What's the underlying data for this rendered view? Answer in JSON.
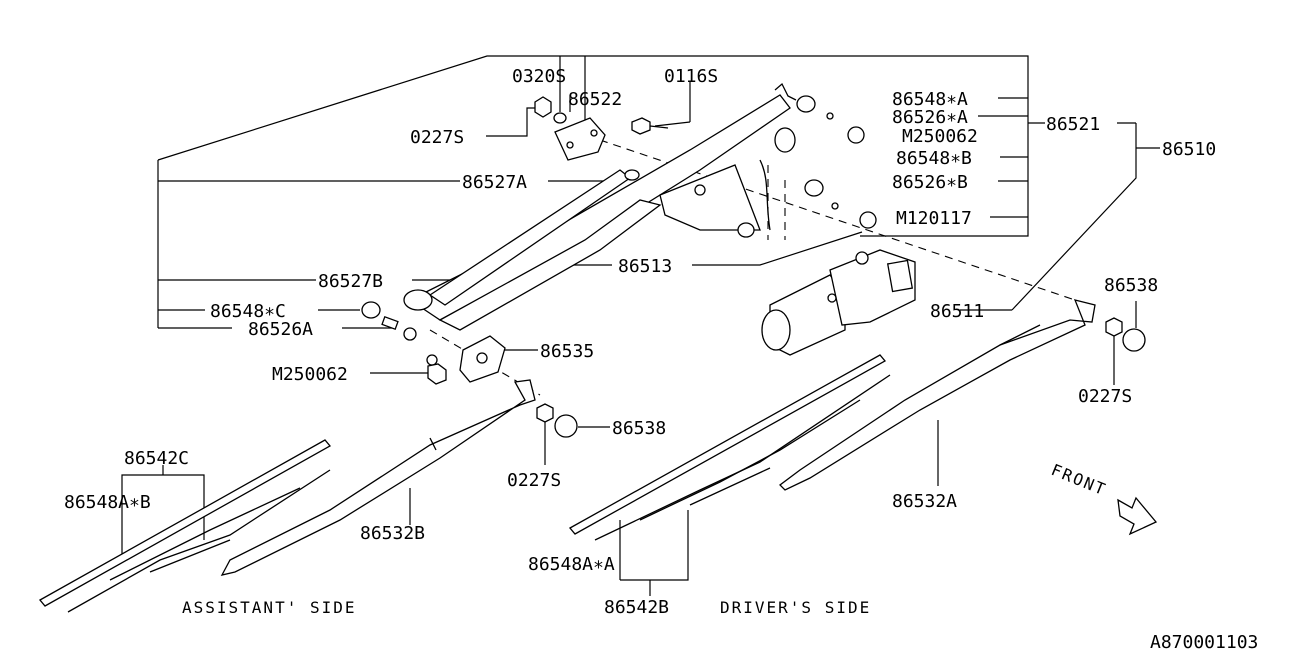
{
  "labels": {
    "p0320s": "0320S",
    "p0116s": "0116S",
    "p86522": "86522",
    "p0227s_top": "0227S",
    "p86548a_star_a": "86548∗A",
    "p86526a_star_a": "86526∗A",
    "pm250062_top": "M250062",
    "p86521": "86521",
    "p86510": "86510",
    "p86548_star_b": "86548∗B",
    "p86526_star_b": "86526∗B",
    "pm120117": "M120117",
    "p86527a": "86527A",
    "p86513": "86513",
    "p86527b": "86527B",
    "p86548_star_c": "86548∗C",
    "p86526a": "86526A",
    "pm250062_left": "M250062",
    "p86535": "86535",
    "p86538_mid": "86538",
    "p0227s_mid": "0227S",
    "p86511": "86511",
    "p86538_right": "86538",
    "p0227s_right": "0227S",
    "p86542c": "86542C",
    "p86548a_b": "86548A∗B",
    "p86532b": "86532B",
    "p86532a": "86532A",
    "p86548a_a": "86548A∗A",
    "p86542b": "86542B",
    "assistant_side": "ASSISTANT' SIDE",
    "drivers_side": "DRIVER'S SIDE",
    "front": "FRONT",
    "diagram_code": "A870001103"
  }
}
